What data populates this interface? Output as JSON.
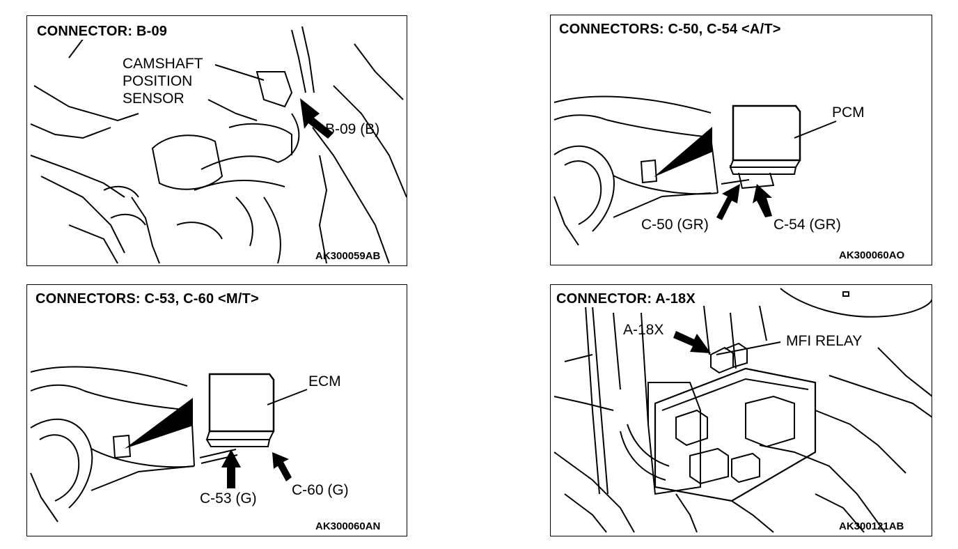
{
  "panels": [
    {
      "title": "CONNECTOR: B-09",
      "labels": {
        "sensor_line1": "CAMSHAFT",
        "sensor_line2": "POSITION",
        "sensor_line3": "SENSOR",
        "connector": "B-09 (B)"
      },
      "code": "AK300059AB"
    },
    {
      "title": "CONNECTORS: C-50, C-54 <A/T>",
      "labels": {
        "unit": "PCM",
        "connector_a": "C-50 (GR)",
        "connector_b": "C-54 (GR)"
      },
      "code": "AK300060AO"
    },
    {
      "title": "CONNECTORS: C-53, C-60 <M/T>",
      "labels": {
        "unit": "ECM",
        "connector_a": "C-53 (G)",
        "connector_b": "C-60 (G)"
      },
      "code": "AK300060AN"
    },
    {
      "title": "CONNECTOR: A-18X",
      "labels": {
        "connector": "A-18X",
        "relay": "MFI RELAY"
      },
      "code": "AK300121AB"
    }
  ]
}
